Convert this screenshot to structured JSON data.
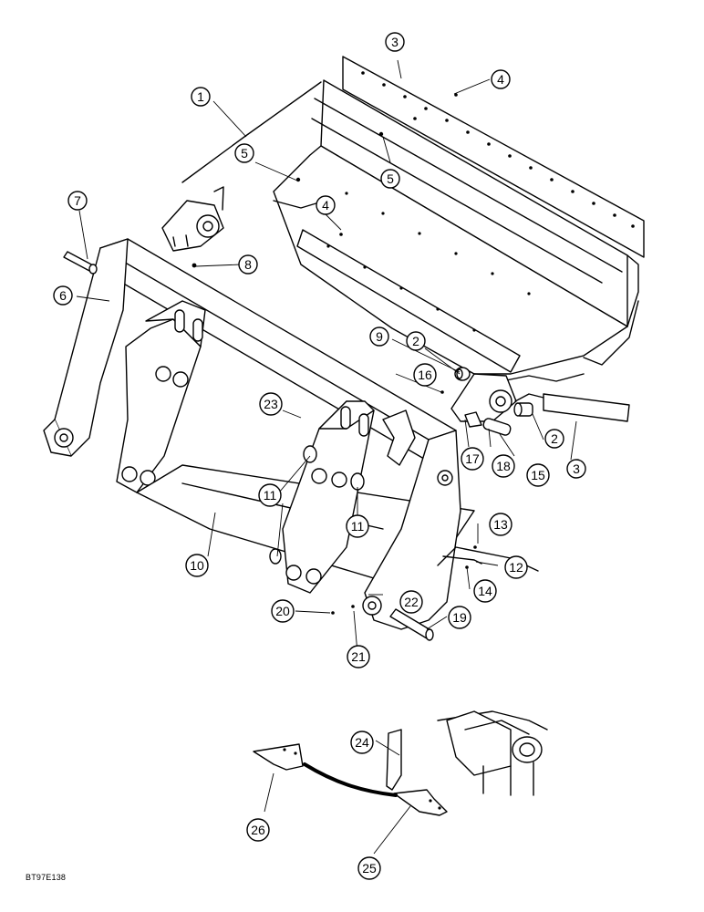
{
  "drawing_id": "BT97E138",
  "callouts": [
    {
      "id": "c1",
      "label": "1"
    },
    {
      "id": "c2a",
      "label": "2"
    },
    {
      "id": "c2b",
      "label": "2"
    },
    {
      "id": "c3a",
      "label": "3"
    },
    {
      "id": "c3b",
      "label": "3"
    },
    {
      "id": "c4a",
      "label": "4"
    },
    {
      "id": "c4b",
      "label": "4"
    },
    {
      "id": "c5a",
      "label": "5"
    },
    {
      "id": "c5b",
      "label": "5"
    },
    {
      "id": "c6",
      "label": "6"
    },
    {
      "id": "c7",
      "label": "7"
    },
    {
      "id": "c8",
      "label": "8"
    },
    {
      "id": "c9",
      "label": "9"
    },
    {
      "id": "c10",
      "label": "10"
    },
    {
      "id": "c11a",
      "label": "11"
    },
    {
      "id": "c11b",
      "label": "11"
    },
    {
      "id": "c12",
      "label": "12"
    },
    {
      "id": "c13",
      "label": "13"
    },
    {
      "id": "c14",
      "label": "14"
    },
    {
      "id": "c15",
      "label": "15"
    },
    {
      "id": "c16",
      "label": "16"
    },
    {
      "id": "c17",
      "label": "17"
    },
    {
      "id": "c18",
      "label": "18"
    },
    {
      "id": "c19",
      "label": "19"
    },
    {
      "id": "c20",
      "label": "20"
    },
    {
      "id": "c21",
      "label": "21"
    },
    {
      "id": "c22",
      "label": "22"
    },
    {
      "id": "c23",
      "label": "23"
    },
    {
      "id": "c24",
      "label": "24"
    },
    {
      "id": "c25",
      "label": "25"
    },
    {
      "id": "c26",
      "label": "26"
    }
  ]
}
